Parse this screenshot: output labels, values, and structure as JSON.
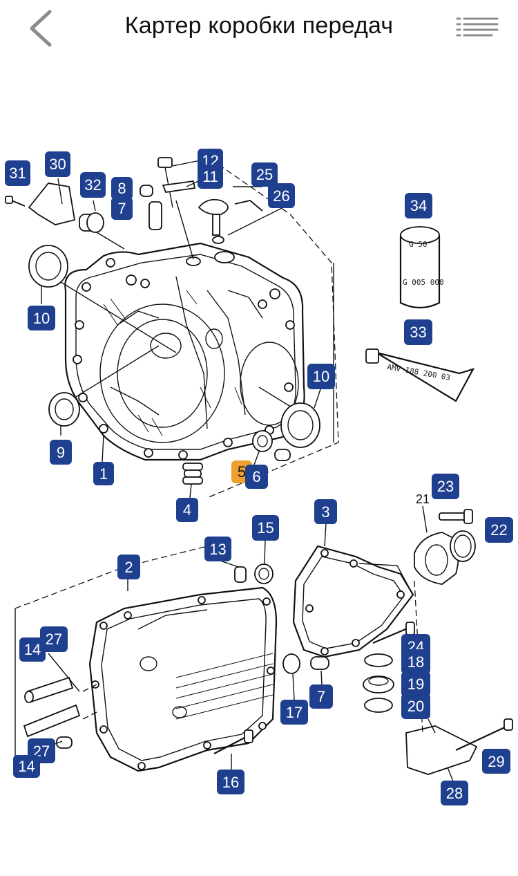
{
  "header": {
    "title": "Картер коробки передач",
    "back_icon": "chevron-left-icon",
    "menu_icon": "list-icon"
  },
  "colors": {
    "badge": "#1f3f8f",
    "badge_active": "#f0a030",
    "badge_text": "#ffffff"
  },
  "diagram": {
    "selected": "5",
    "plain_labels": {
      "p21": "21"
    },
    "part_labels": {
      "oil_can_top": "G 50",
      "oil_can_bottom": "G 005 000",
      "tube": "AMV 188 200 03"
    },
    "badges": {
      "b31": "31",
      "b30": "30",
      "b32": "32",
      "b8": "8",
      "b7a": "7",
      "b12": "12",
      "b11": "11",
      "b25": "25",
      "b26": "26",
      "b34": "34",
      "b10a": "10",
      "b33": "33",
      "b10b": "10",
      "b9": "9",
      "b1": "1",
      "b5": "5",
      "b6": "6",
      "b4": "4",
      "b23": "23",
      "b22": "22",
      "b3": "3",
      "b15": "15",
      "b13": "13",
      "b2": "2",
      "b27a": "27",
      "b14a": "14",
      "b24": "24",
      "b18": "18",
      "b19": "19",
      "b20": "20",
      "b7b": "7",
      "b17": "17",
      "b27b": "27",
      "b14b": "14",
      "b16": "16",
      "b29": "29",
      "b28": "28"
    }
  }
}
